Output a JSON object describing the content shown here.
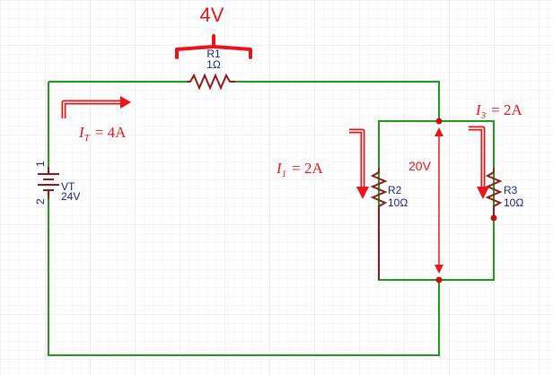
{
  "colors": {
    "wire": "#1f9a1f",
    "component": "#8b1a1a",
    "annotation": "#e8161b",
    "label": "#1a237e",
    "grid_minor": "#eef1f5",
    "grid_major": "#dde2e8",
    "node": "#c41010"
  },
  "r1": {
    "voltage": "4V",
    "ref": "R1",
    "value": "1Ω"
  },
  "source": {
    "ref": "VT",
    "value": "24V",
    "pin1": "1",
    "pin2": "2"
  },
  "currents": {
    "total_sym": "I",
    "total_sub": "T",
    "total_val": "= 4A",
    "i1_sym": "I",
    "i1_sub": "1",
    "i1_val": "= 2A",
    "i3_sym": "I",
    "i3_sub": "3",
    "i3_val": "= 2A"
  },
  "parallel_voltage": "20V",
  "r2": {
    "ref": "R2",
    "value": "10Ω"
  },
  "r3": {
    "ref": "R3",
    "value": "10Ω"
  }
}
